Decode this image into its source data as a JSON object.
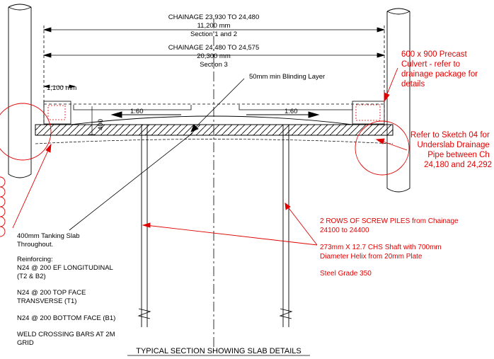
{
  "colors": {
    "ink": "#000000",
    "markup": "#e00000",
    "background": "#ffffff"
  },
  "dims": {
    "chainage_1": "CHAINAGE  23,930 TO 24,480",
    "width_1": "11,200 mm",
    "section_1": "Section 1 and 2",
    "chainage_2": "CHAINAGE  24,480 TO 24,575",
    "width_2": "20,300 mm",
    "section_2": "Section 3",
    "offset": "1,100 mm",
    "fall_left": "1:60",
    "fall_right": "1:60",
    "slab_depth": "400"
  },
  "notes": {
    "blinding": "50mm min Blinding Layer",
    "tanking": [
      "400mm Tanking Slab",
      "Throughout."
    ],
    "reinforcing_title": "Reinforcing:",
    "reinf_long": [
      "N24 @ 200 EF LONGITUDINAL",
      "(T2 & B2)"
    ],
    "reinf_top": [
      "N24 @ 200 TOP FACE",
      "TRANSVERSE (T1)"
    ],
    "reinf_bottom": "N24 @ 200 BOTTOM FACE (B1)",
    "weld": [
      "WELD CROSSING BARS AT 2M",
      "GRID"
    ]
  },
  "markups": {
    "culvert": [
      "600 x 900 Precast",
      "Culvert - refer to",
      "drainage package for",
      "details"
    ],
    "drainage": [
      "Refer to Sketch 04 for",
      "Underslab Drainage",
      "Pipe between Ch",
      "24,180 and 24,292"
    ],
    "piles": [
      "2 ROWS OF SCREW PILES from Chainage",
      "24100 to 24400"
    ],
    "shaft": [
      "273mm X 12.7 CHS Shaft with 700mm",
      "Diameter Helix from 20mm Plate"
    ],
    "grade": "Steel Grade 350"
  },
  "title": "TYPICAL SECTION SHOWING SLAB DETAILS"
}
